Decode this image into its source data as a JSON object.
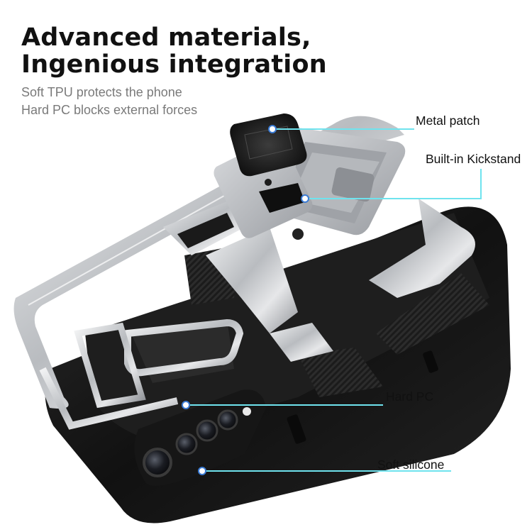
{
  "headline": {
    "line1": "Advanced materials,",
    "line2": "Ingenious integration"
  },
  "subheadline": {
    "line1": "Soft TPU protects the phone",
    "line2": "Hard PC blocks external forces"
  },
  "callouts": [
    {
      "label": "Metal patch"
    },
    {
      "label": "Built-in Kickstand"
    },
    {
      "label": "Hard PC"
    },
    {
      "label": "Soft silicone"
    }
  ],
  "colors": {
    "leader_line": "#6fe3ee",
    "headline": "#111111",
    "subheadline": "#7a7a7a",
    "case_black": "#141414",
    "frame_silver": "#c4c6c9"
  }
}
